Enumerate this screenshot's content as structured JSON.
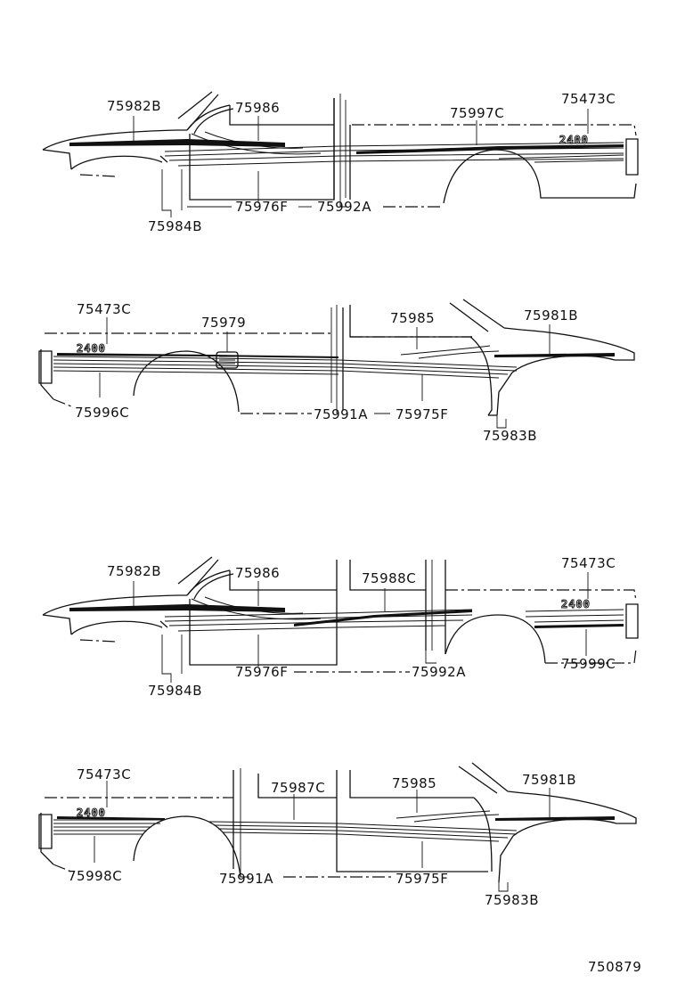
{
  "diagram_id": "750879",
  "emblem": "2400",
  "views": [
    {
      "labels": [
        "75982B",
        "75986",
        "75997C",
        "75473C",
        "75976F",
        "75992A",
        "75984B"
      ]
    },
    {
      "labels": [
        "75473C",
        "75979",
        "75985",
        "75981B",
        "75996C",
        "75991A",
        "75975F",
        "75983B"
      ]
    },
    {
      "labels": [
        "75982B",
        "75986",
        "75988C",
        "75473C",
        "75976F",
        "75992A",
        "75999C",
        "75984B"
      ]
    },
    {
      "labels": [
        "75473C",
        "75987C",
        "75985",
        "75981B",
        "75998C",
        "75991A",
        "75975F",
        "75983B"
      ]
    }
  ]
}
